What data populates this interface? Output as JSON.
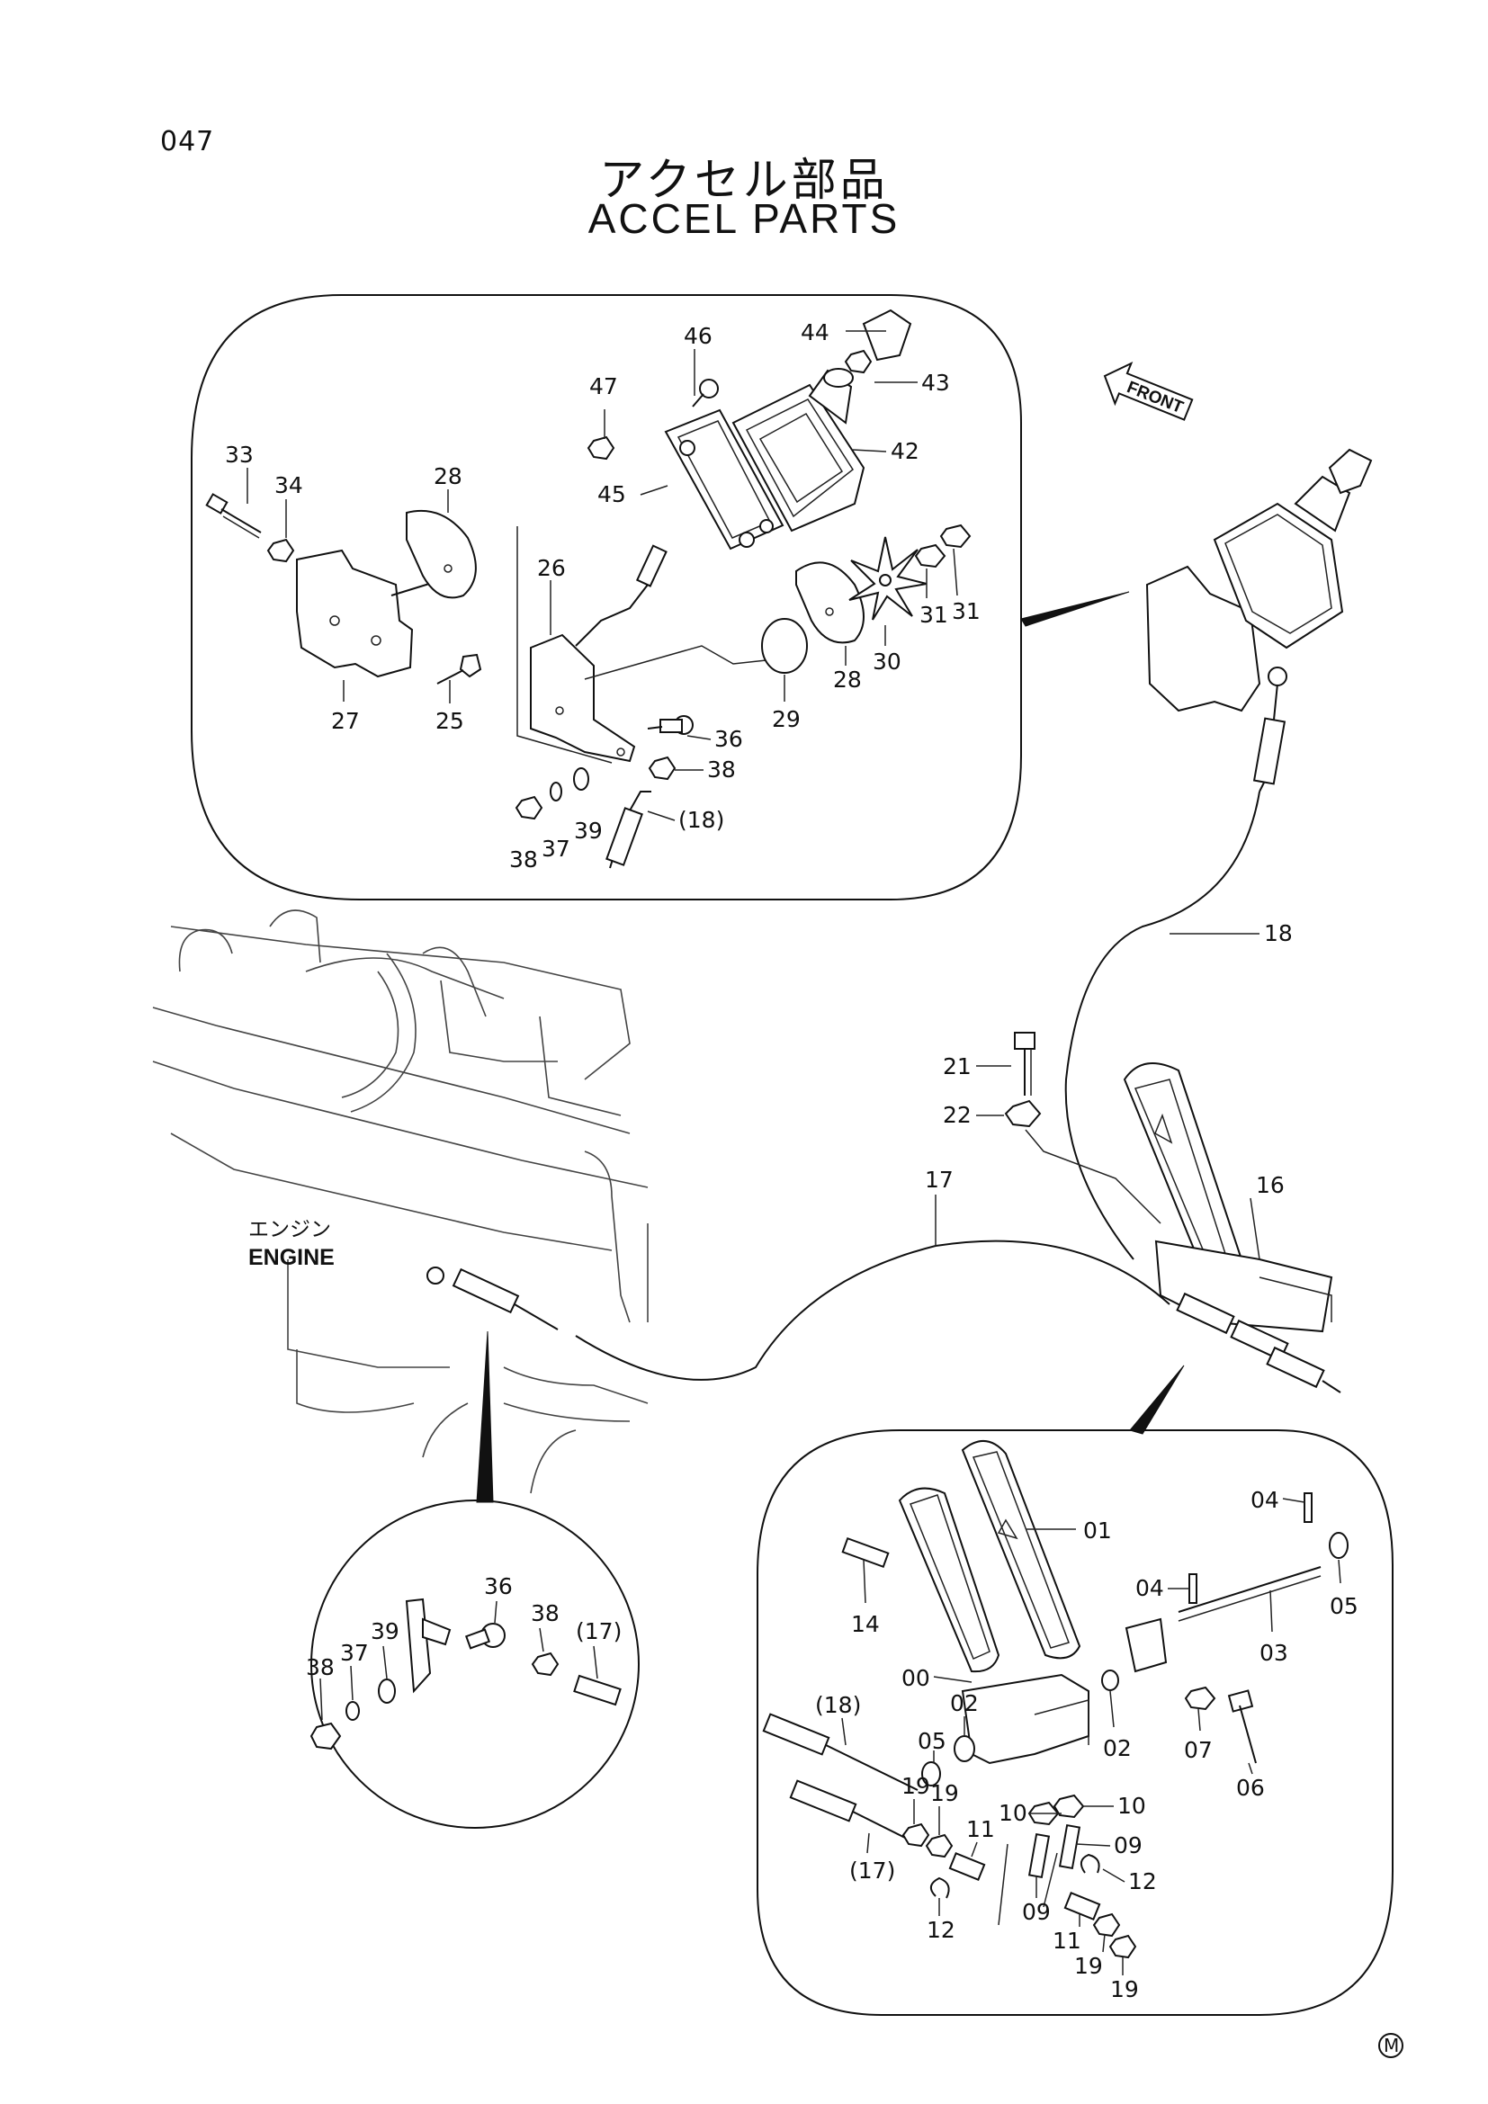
{
  "page_number": "047",
  "title_jp": "アクセル部品",
  "title_en": "ACCEL  PARTS",
  "engine_label_jp": "エンジン",
  "engine_label_en": "ENGINE",
  "front_label": "FRONT",
  "copyright_mark": "M",
  "callouts": {
    "c33": "33",
    "c34": "34",
    "c28a": "28",
    "c27": "27",
    "c25": "25",
    "c26": "26",
    "c47": "47",
    "c46": "46",
    "c45": "45",
    "c44": "44",
    "c43": "43",
    "c42": "42",
    "c31a": "31",
    "c31b": "31",
    "c30": "30",
    "c28b": "28",
    "c29": "29",
    "c36": "36",
    "c38a": "38",
    "c38b": "38",
    "c37": "37",
    "c39": "39",
    "c18p": "(18)",
    "c18": "18",
    "c21": "21",
    "c22": "22",
    "c16": "16",
    "c17": "17",
    "d36": "36",
    "d38a": "38",
    "d39": "39",
    "d37": "37",
    "d38b": "38",
    "d17p": "(17)",
    "e04a": "04",
    "e04b": "04",
    "e01": "01",
    "e05a": "05",
    "e14": "14",
    "e03": "03",
    "e00": "00",
    "e02a": "02",
    "e02b": "02",
    "e07": "07",
    "e06": "06",
    "e05b": "05",
    "e18p": "(18)",
    "e10a": "10",
    "e10b": "10",
    "e19a": "19",
    "e19b": "19",
    "e09a": "09",
    "e11a": "11",
    "e12a": "12",
    "e17p": "(17)",
    "e09b": "09",
    "e11b": "11",
    "e19c": "19",
    "e19d": "19",
    "e12b": "12"
  },
  "colors": {
    "ink": "#111111",
    "paper": "#ffffff"
  }
}
